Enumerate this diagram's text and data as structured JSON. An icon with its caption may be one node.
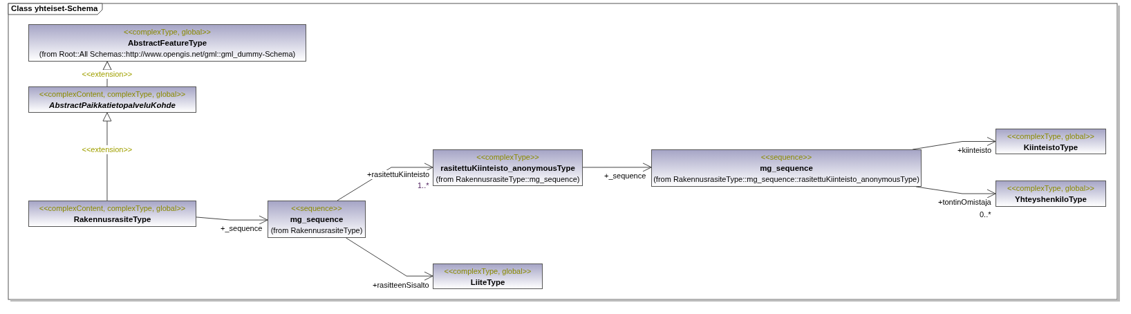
{
  "diagram": {
    "title": "Class yhteiset-Schema",
    "nodes": [
      {
        "text": [
          "<<complexType, global>>",
          "AbstractFeatureType",
          "(from Root::All Schemas::http://www.opengis.net/gml::gml_dummy-Schema)"
        ]
      },
      {
        "text": [
          "<<complexContent, complexType, global>>",
          "AbstractPaikkatietopalveluKohde"
        ]
      },
      {
        "text": [
          "<<complexContent, complexType, global>>",
          "RakennusrasiteType"
        ]
      },
      {
        "text": [
          "<<sequence>>",
          "mg_sequence",
          "(from RakennusrasiteType)"
        ]
      },
      {
        "text": [
          "<<complexType>>",
          "rasitettuKiinteisto_anonymousType",
          "(from RakennusrasiteType::mg_sequence)"
        ]
      },
      {
        "text": [
          "<<complexType, global>>",
          "LiiteType"
        ]
      },
      {
        "text": [
          "<<sequence>>",
          "mg_sequence",
          "(from RakennusrasiteType::mg_sequence::rasitettuKiinteisto_anonymousType)"
        ]
      },
      {
        "text": [
          "<<complexType, global>>",
          "KiinteistoType"
        ]
      },
      {
        "text": [
          "<<complexType, global>>",
          "YhteyshenkiloType"
        ]
      }
    ],
    "edges": [
      {
        "from": 1,
        "to": 0,
        "arrow": "to",
        "label": "<<extension>>"
      },
      {
        "from": 2,
        "to": 1,
        "arrow": "to",
        "label": "<<extension>>"
      },
      {
        "from": 2,
        "to": 3,
        "arrow": "to",
        "label": "+_sequence"
      },
      {
        "from": 3,
        "to": 4,
        "arrow": "to",
        "label": "+rasitettuKiinteisto"
      },
      {
        "from": 3,
        "to": 5,
        "arrow": "to",
        "label": "+rasitteenSisalto"
      },
      {
        "from": 4,
        "to": 6,
        "arrow": "to",
        "label": "+_sequence"
      },
      {
        "from": 6,
        "to": 7,
        "arrow": "to",
        "label": "+kiinteisto"
      },
      {
        "from": 6,
        "to": 8,
        "arrow": "to",
        "label": "+tontinOmistaja"
      }
    ],
    "labels": [
      "1..*",
      "0..*"
    ]
  }
}
